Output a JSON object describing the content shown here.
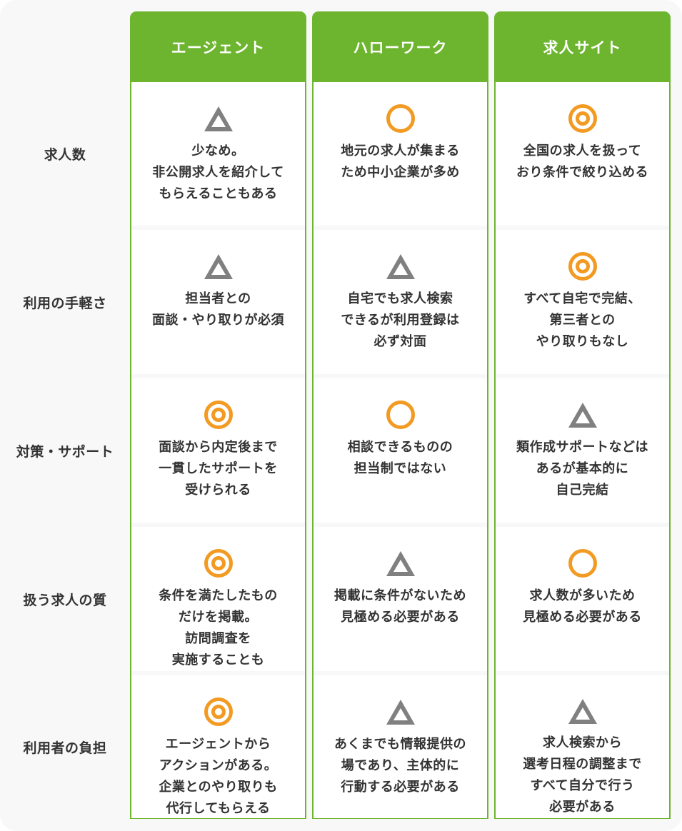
{
  "colors": {
    "header_green": "#6db52f",
    "mark_orange": "#f29a22",
    "mark_gray": "#808080",
    "text": "#333333",
    "background": "#f8f8f8"
  },
  "columns": [
    {
      "label": "エージェント"
    },
    {
      "label": "ハローワーク"
    },
    {
      "label": "求人サイト"
    }
  ],
  "rows": [
    {
      "label": "求人数",
      "cells": [
        {
          "mark": "triangle",
          "text": "少なめ。\n非公開求人を紹介して\nもらえることもある"
        },
        {
          "mark": "circle",
          "text": "地元の求人が集まる\nため中小企業が多め"
        },
        {
          "mark": "double-circle",
          "text": "全国の求人を扱って\nおり条件で絞り込める"
        }
      ]
    },
    {
      "label": "利用の手軽さ",
      "cells": [
        {
          "mark": "triangle",
          "text": "担当者との\n面談・やり取りが必須"
        },
        {
          "mark": "triangle",
          "text": "自宅でも求人検索\nできるが利用登録は\n必ず対面"
        },
        {
          "mark": "double-circle",
          "text": "すべて自宅で完結、\n第三者との\nやり取りもなし"
        }
      ]
    },
    {
      "label": "対策・サポート",
      "cells": [
        {
          "mark": "double-circle",
          "text": "面談から内定後まで\n一貫したサポートを\n受けられる"
        },
        {
          "mark": "circle",
          "text": "相談できるものの\n担当制ではない"
        },
        {
          "mark": "triangle",
          "text": "類作成サポートなどは\nあるが基本的に\n自己完結"
        }
      ]
    },
    {
      "label": "扱う求人の質",
      "cells": [
        {
          "mark": "double-circle",
          "text": "条件を満たしたもの\nだけを掲載。\n訪問調査を\n実施することも"
        },
        {
          "mark": "triangle",
          "text": "掲載に条件がないため\n見極める必要がある"
        },
        {
          "mark": "circle",
          "text": "求人数が多いため\n見極める必要がある"
        }
      ]
    },
    {
      "label": "利用者の負担",
      "cells": [
        {
          "mark": "double-circle",
          "text": "エージェントから\nアクションがある。\n企業とのやり取りも\n代行してもらえる"
        },
        {
          "mark": "triangle",
          "text": "あくまでも情報提供の\n場であり、主体的に\n行動する必要がある"
        },
        {
          "mark": "triangle",
          "text": "求人検索から\n選考日程の調整まで\nすべて自分で行う\n必要がある"
        }
      ]
    }
  ]
}
